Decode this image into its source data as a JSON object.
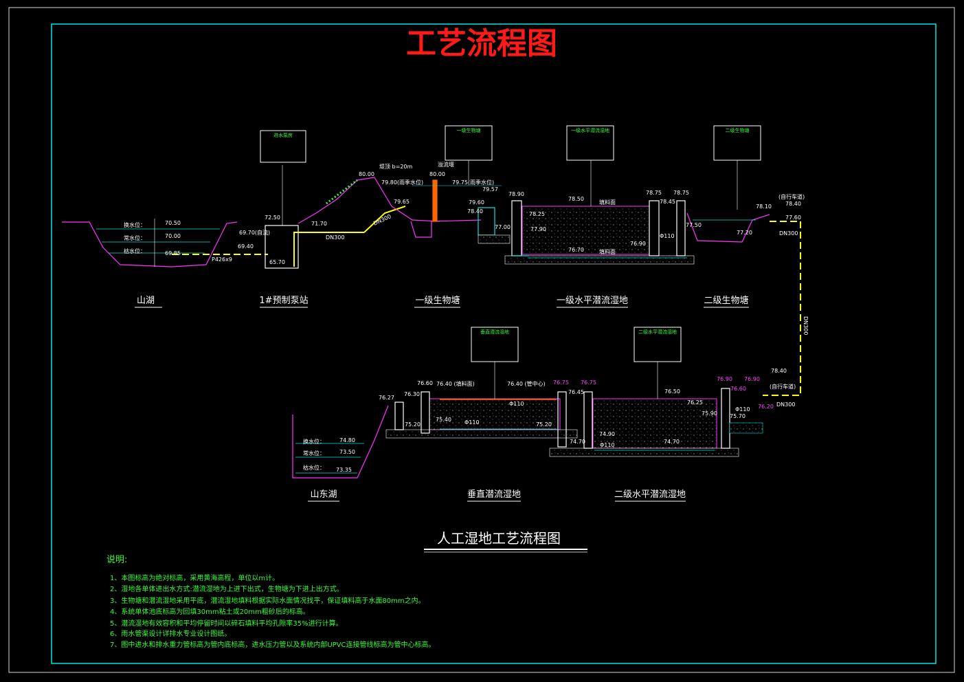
{
  "title": "工艺流程图",
  "subtitle": "人工湿地工艺流程图",
  "units": {
    "shanhu": "山湖",
    "pump": "1#预制泵站",
    "pond1": "一级生物塘",
    "hsf1": "一级水平潜流湿地",
    "pond2": "二级生物塘",
    "shandong": "山东湖",
    "vsf": "垂直潜流湿地",
    "hsf2": "二级水平潜流湿地"
  },
  "water_levels": {
    "change": "换水位：",
    "normal": "常水位：",
    "low": "枯水位："
  },
  "elevations_top": [
    "70.50",
    "70.00",
    "69.85",
    "72.50",
    "69.70(自流)",
    "69.40",
    "65.70",
    "71.70",
    "80.00",
    "79.80(雨季水位)",
    "79.65",
    "80.00",
    "79.75(雨季水位)",
    "79.57",
    "79.60",
    "78.40",
    "77.00",
    "78.90",
    "78.25",
    "77.90",
    "78.50",
    "76.70",
    "78.75",
    "78.75",
    "78.45",
    "77.50",
    "76.90",
    "78.10",
    "77.20",
    "78.40",
    "77.60"
  ],
  "elevations_bottom": [
    "74.80",
    "73.50",
    "73.35",
    "76.27",
    "76.60",
    "76.40 (填料面)",
    "76.30",
    "75.40",
    "75.20",
    "75.20",
    "76.40 (管中心)",
    "76.75",
    "76.75",
    "76.45",
    "74.90",
    "74.70",
    "76.50",
    "76.25",
    "74.70",
    "76.90",
    "76.90",
    "76.60",
    "75.90",
    "75.70",
    "76.20",
    "78.40"
  ],
  "pipe_labels": {
    "p1": "P426x9",
    "p2": "DN300",
    "p3": "DN300",
    "p4": "DN300",
    "p5": "DN300",
    "p6": "DN300",
    "phi1": "Φ110",
    "phi2": "Φ110",
    "phi3": "Φ110",
    "phi4": "Φ110",
    "phi5": "Φ110"
  },
  "annotations": {
    "fill_top": "填料面",
    "fill_bottom": "填料面",
    "road1": "(自行车道)",
    "road2": "(自行车道)",
    "weir": "溢流堰",
    "berm": "堤顶 b=20m"
  },
  "callout_titles": {
    "c1": "进水泵房",
    "c2": "一级生物塘",
    "c3": "一级水平潜流湿地",
    "c4": "二级生物塘",
    "c5": "垂直潜流湿地",
    "c6": "二级水平潜流湿地"
  },
  "notes": {
    "heading": "说明:",
    "items": [
      "1、本图标高为绝对标高，采用黄海高程，单位以m计。",
      "2、湿地各单体进出水方式:潜流湿地为上进下出式，生物塘为下进上出方式。",
      "3、生物塘和潜流湿地采用平底，潜流湿地填料根据实际水面情况找平，保证填料高于水面80mm之内。",
      "4、系统单体池底标高为回填30mm粘土或20mm粗砂后的标高。",
      "5、潜流湿地有效容积和平均停留时间以碎石填料平均孔隙率35%进行计算。",
      "6、雨水管渠设计详排水专业设计图纸。",
      "7、图中进水和排水重力管标高为管内底标高，进水压力管以及系统内部UPVC连接管线标高为管中心标高。"
    ]
  },
  "colors": {
    "frame": "#00e5e5",
    "title": "#ff1a1a",
    "notes": "#33ff33",
    "pipe": "#ffff00",
    "section": "#ff33ff",
    "elev_magenta": "#ff44ff",
    "callout": "#33ff33"
  }
}
